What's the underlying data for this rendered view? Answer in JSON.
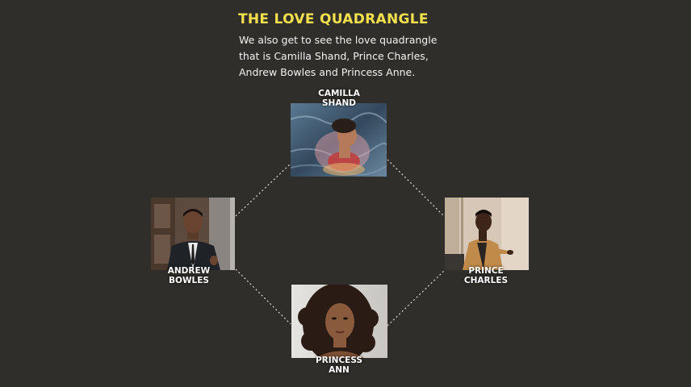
{
  "slide": {
    "title": "THE LOVE QUADRANGLE",
    "body": "We also get to see the love quadrangle that is Camilla Shand, Prince Charles, Andrew Bowles and Princess Anne."
  },
  "people": {
    "top": {
      "name": "CAMILLA\nSHAND"
    },
    "left": {
      "name": "ANDREW\nBOWLES"
    },
    "right": {
      "name": "PRINCE\nCHARLES"
    },
    "bottom": {
      "name": "PRINCESS\nANN"
    }
  },
  "colors": {
    "background": "#2f2e2a",
    "title": "#f4e04d",
    "text": "#f2f2f2",
    "connector": "#d9d9d9"
  }
}
